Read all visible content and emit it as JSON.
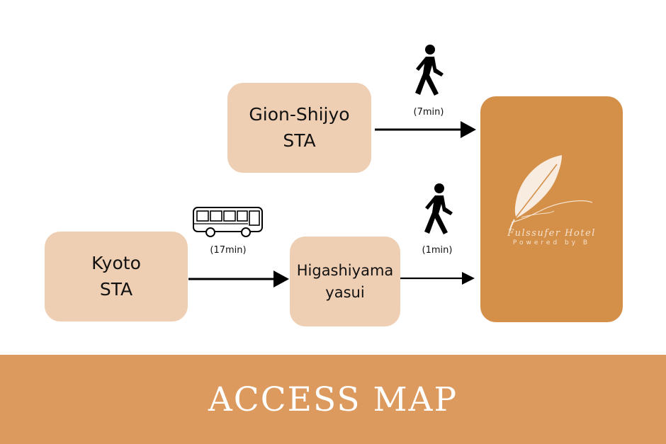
{
  "stations": {
    "gion": [
      "Gion-Shijyo",
      "STA"
    ],
    "kyoto": [
      "Kyoto",
      "STA"
    ],
    "higashiyama": [
      "Higashiyama",
      "yasui"
    ]
  },
  "routes": {
    "gion_to_hotel": {
      "mode_icon": "walking-person-icon",
      "time": "(7min)"
    },
    "kyoto_to_higashiyama": {
      "mode_icon": "bus-icon",
      "time": "(17min)"
    },
    "higashiyama_to_hotel": {
      "mode_icon": "walking-person-icon",
      "time": "(1min)"
    }
  },
  "hotel": {
    "logo_icon": "feather-quill-icon",
    "name": "Fulssufer Hotel",
    "subtitle": "Powered by B"
  },
  "banner": {
    "title": "ACCESS MAP"
  },
  "colors": {
    "station_box": "#efcfb3",
    "hotel_box": "#d48f48",
    "banner": "#dc9a5e",
    "arrow": "#000000"
  }
}
